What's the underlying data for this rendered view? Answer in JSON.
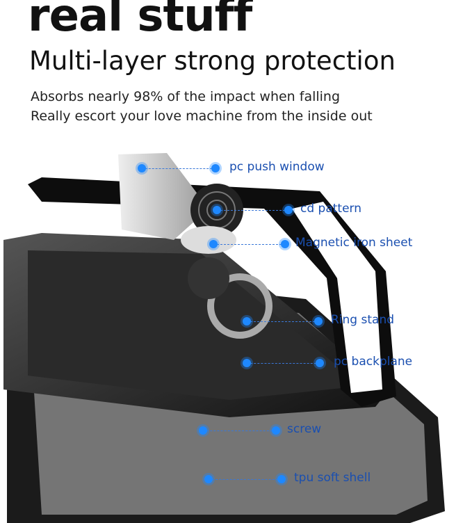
{
  "heading": "real stuff",
  "subheading": "Multi-layer strong protection",
  "description": [
    "Absorbs nearly 98% of the impact when falling",
    "Really escort your love machine from the inside out"
  ],
  "callouts": [
    "pc push window",
    "cd pattern",
    "Magnetic iron sheet",
    "Ring stand",
    "pc backplane",
    "screw",
    "tpu soft shell"
  ],
  "colors": {
    "accent": "#1e88ff",
    "label": "#1a4fb0"
  }
}
